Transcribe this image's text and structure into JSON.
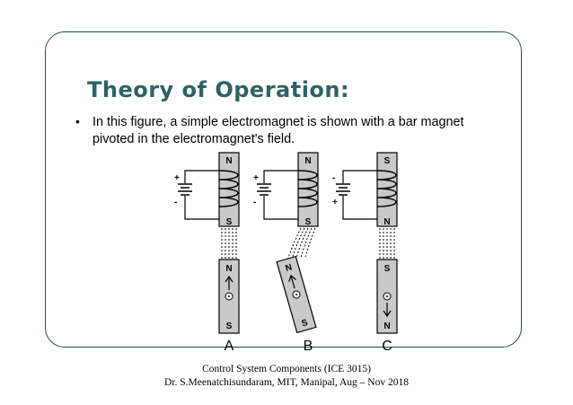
{
  "slide": {
    "title": "Theory of Operation:",
    "bullet_mark": "•",
    "bullet_text": "In this figure, a simple electromagnet is shown with a bar magnet pivoted in the electromagnet's field."
  },
  "figure": {
    "panels": [
      {
        "id": "A",
        "label": "A",
        "top_pole": "N",
        "bottom_pole": "S",
        "battery_top": "+",
        "battery_bottom": "-",
        "bar_top": "N",
        "bar_bottom": "S"
      },
      {
        "id": "B",
        "label": "B",
        "top_pole": "N",
        "bottom_pole": "S",
        "battery_top": "+",
        "battery_bottom": "-",
        "bar_top": "N",
        "bar_bottom": "S"
      },
      {
        "id": "C",
        "label": "C",
        "top_pole": "S",
        "bottom_pole": "N",
        "battery_top": "-",
        "battery_bottom": "+",
        "bar_top": "S",
        "bar_bottom": "N"
      }
    ],
    "colors": {
      "core": "#c9c9c9",
      "stroke": "#000000"
    }
  },
  "footer": {
    "line1": "Control System Components (ICE 3015)",
    "line2": "Dr. S.Meenatchisundaram, MIT, Manipal, Aug – Nov 2018"
  }
}
